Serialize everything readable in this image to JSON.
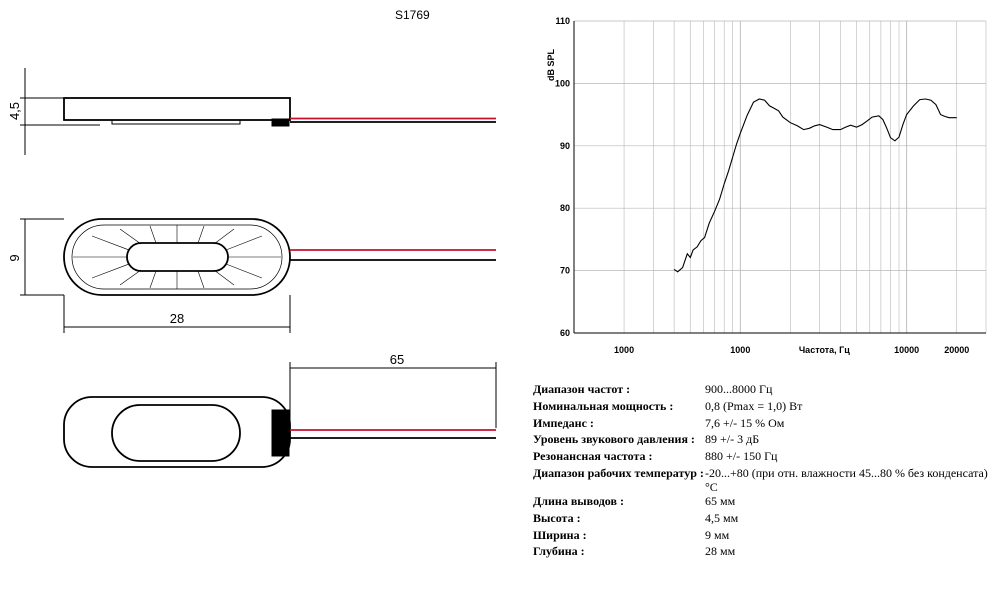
{
  "model": "S1769",
  "dimensions": {
    "height": "4,5",
    "width": "9",
    "length": "28",
    "wire_length": "65"
  },
  "chart_data": {
    "type": "line",
    "title": "",
    "xlabel": "Частота, Гц",
    "ylabel": "dB SPL",
    "x_scale": "log",
    "xlim": [
      100,
      30000
    ],
    "ylim": [
      60,
      110
    ],
    "grid": true,
    "x_tick_labels": [
      {
        "value": 200,
        "label": "1000"
      },
      {
        "value": 1000,
        "label": "1000"
      },
      {
        "value": 10000,
        "label": "10000"
      },
      {
        "value": 20000,
        "label": "20000"
      }
    ],
    "y_ticks": [
      60,
      70,
      80,
      90,
      100,
      110
    ],
    "series": [
      {
        "x": [
          400,
          420,
          450,
          480,
          500,
          520,
          550,
          580,
          610,
          650,
          700,
          750,
          800,
          850,
          900,
          950,
          1000,
          1100,
          1200,
          1300,
          1400,
          1500,
          1600,
          1700,
          1800,
          2000,
          2200,
          2400,
          2600,
          2800,
          3000,
          3300,
          3600,
          4000,
          4300,
          4600,
          5000,
          5400,
          5800,
          6200,
          6800,
          7200,
          7600,
          8000,
          8500,
          9000,
          9500,
          10000,
          11000,
          12000,
          13000,
          14000,
          15000,
          16000,
          17000,
          18000,
          19000,
          20000
        ],
        "y": [
          70.2,
          69.8,
          70.5,
          72.7,
          72.1,
          73.3,
          73.8,
          74.8,
          75.3,
          77.6,
          79.5,
          81.4,
          83.9,
          86.0,
          88.2,
          90.3,
          92.0,
          94.9,
          97.0,
          97.5,
          97.3,
          96.4,
          96.0,
          95.6,
          94.6,
          93.7,
          93.2,
          92.6,
          92.8,
          93.2,
          93.4,
          93.0,
          92.6,
          92.6,
          93.0,
          93.3,
          93.0,
          93.4,
          94.0,
          94.6,
          94.8,
          94.2,
          92.8,
          91.3,
          90.8,
          91.4,
          93.4,
          95.0,
          96.4,
          97.4,
          97.5,
          97.3,
          96.6,
          95.0,
          94.7,
          94.5,
          94.5,
          94.5
        ]
      }
    ]
  },
  "specs": [
    {
      "label": "Диапазон частот :",
      "value": "900...8000 Гц"
    },
    {
      "label": "Номинальная мощность :",
      "value": "0,8 (Pmax = 1,0) Вт"
    },
    {
      "label": "Импеданс :",
      "value": "7,6 +/- 15 % Ом"
    },
    {
      "label": "Уровень звукового давления :",
      "value": "89 +/- 3 дБ"
    },
    {
      "label": "Резонансная частота :",
      "value": "880 +/- 150 Гц"
    },
    {
      "label": "Диапазон рабочих температур :",
      "value": "-20...+80 (при отн. влажности 45...80 % без конденсата) °C"
    },
    {
      "label": "Длина выводов :",
      "value": "65 мм"
    },
    {
      "label": "Высота :",
      "value": "4,5 мм"
    },
    {
      "label": "Ширина :",
      "value": "9 мм"
    },
    {
      "label": "Глубина :",
      "value": "28 мм"
    }
  ]
}
